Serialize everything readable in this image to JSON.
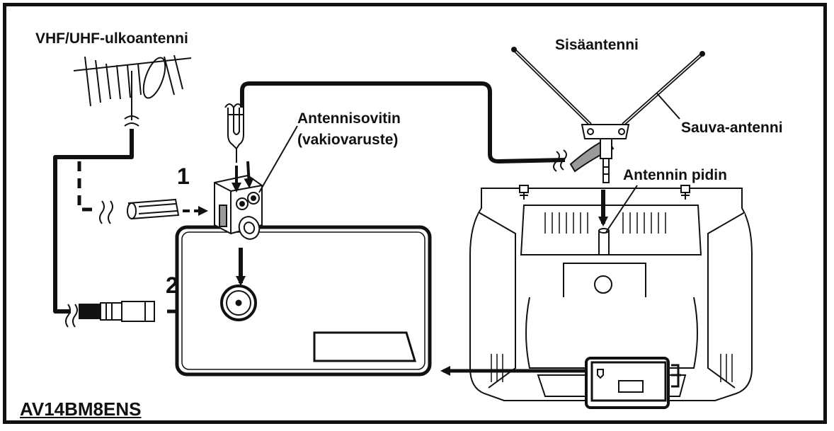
{
  "labels": {
    "outdoor_antenna": "VHF/UHF-ulkoantenni",
    "indoor_antenna": "Sisäantenni",
    "rod_antenna": "Sauva-antenni",
    "adapter_line1": "Antennisovitin",
    "adapter_line2": "(vakiovaruste)",
    "antenna_holder": "Antennin pidin",
    "step_1": "1",
    "step_2": "2",
    "model": "AV14BM8ENS"
  },
  "colors": {
    "line": "#111111",
    "background": "#ffffff",
    "shade": "#9a9a9a"
  }
}
